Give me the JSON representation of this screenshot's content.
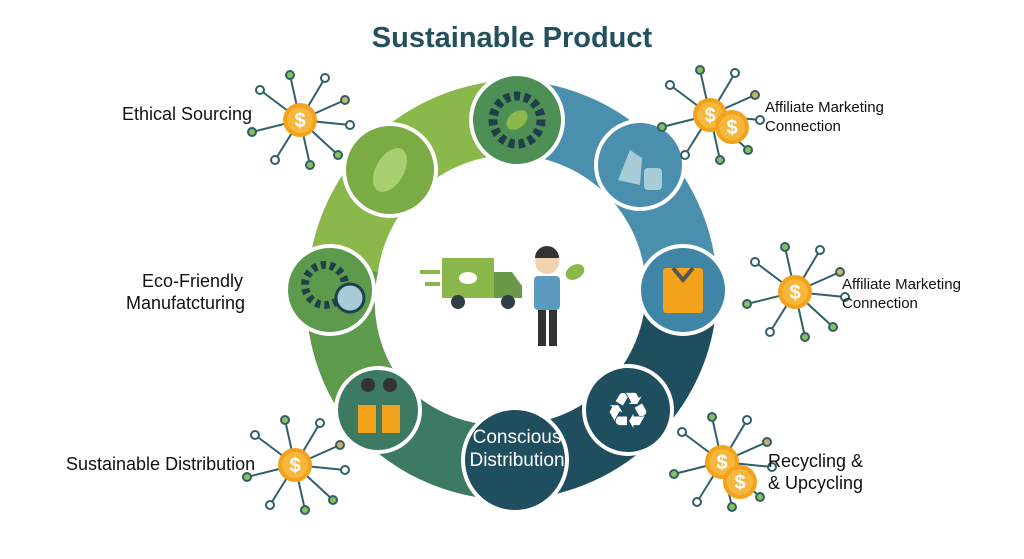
{
  "title": "Sustainable Product",
  "labels": {
    "ethical_sourcing": "Ethical Sourcing",
    "eco_friendly": [
      "Eco-Friendly",
      "Manufatcturing"
    ],
    "sustainable_distribution": "Sustainable Distribution",
    "affiliate_top": [
      "Affiliate Marketing",
      "Connection"
    ],
    "affiliate_mid": [
      "Affiliate Marketing",
      "Connection"
    ],
    "recycling": [
      "Recycling &",
      "& Upcycling"
    ],
    "conscious": [
      "Conscious",
      "Distribution"
    ]
  },
  "colors": {
    "title": "#24505e",
    "coin": "#f2a21b",
    "green_light": "#8ab84a",
    "teal": "#1f4e5f",
    "blue": "#4a8fae"
  }
}
